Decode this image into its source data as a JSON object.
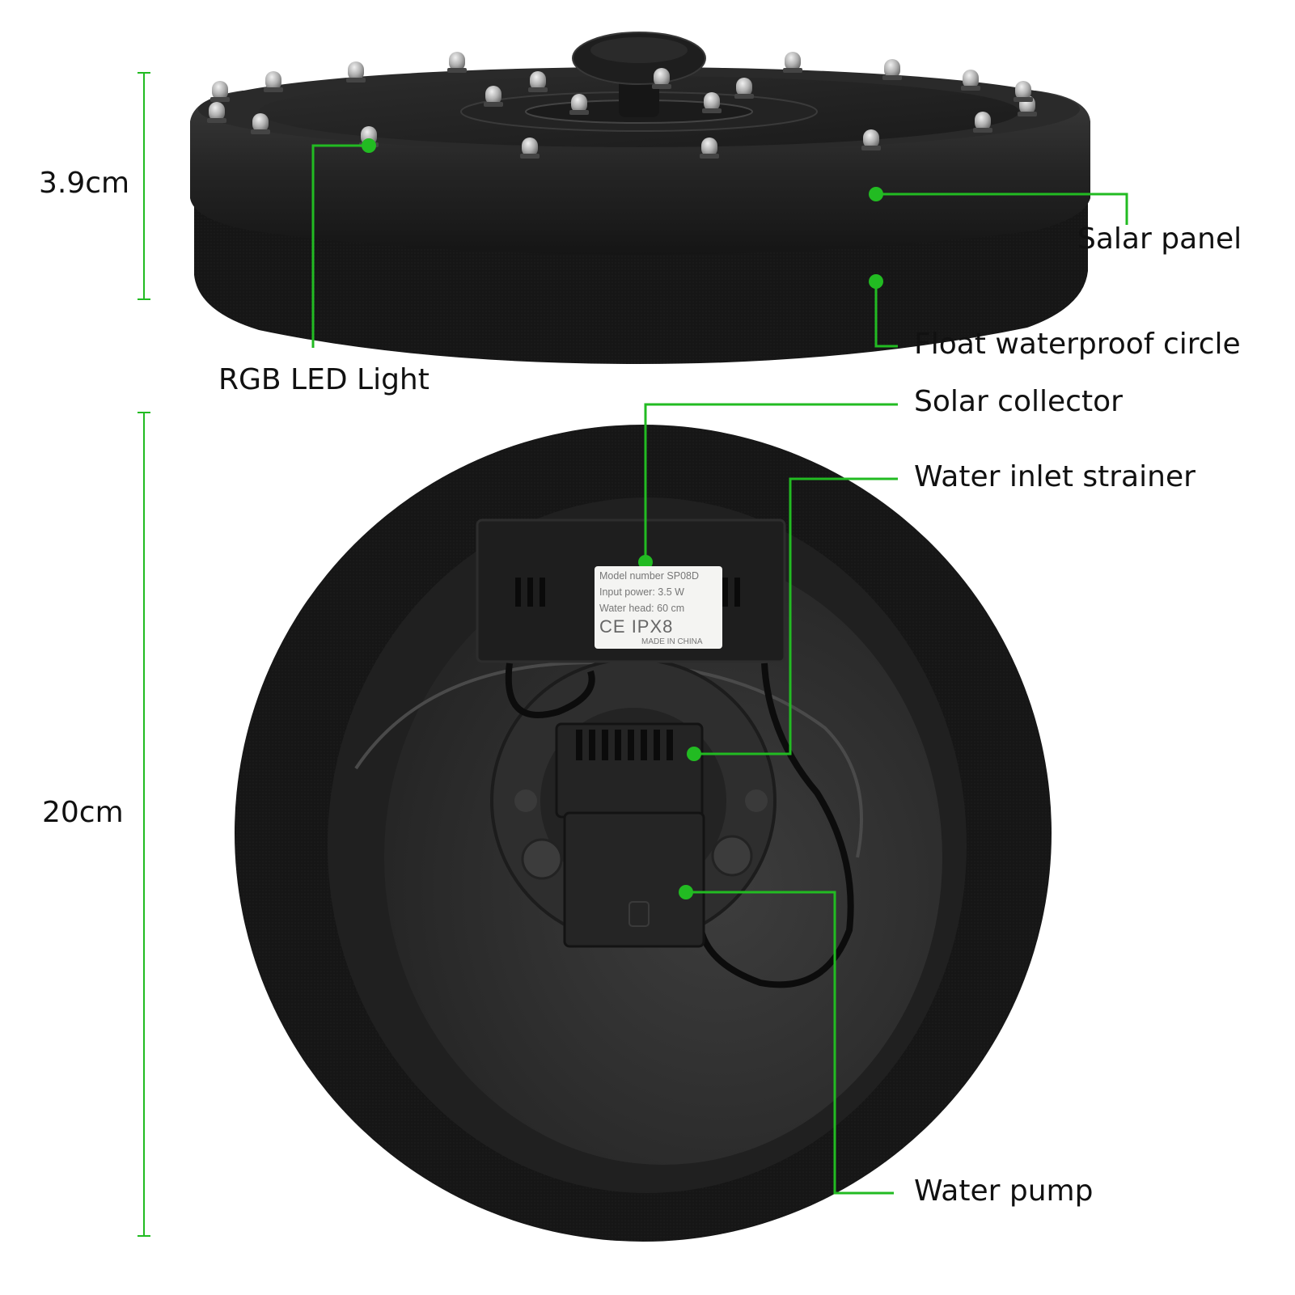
{
  "labels": {
    "top_height": "3.9cm",
    "bottom_height": "20cm",
    "solar_panel": "Salar panel",
    "float_circle": "Float waterproof circle",
    "rgb_led": "RGB LED Light",
    "solar_collector": "Solar collector",
    "water_inlet": "Water inlet strainer",
    "water_pump": "Water pump"
  },
  "sticker": {
    "model_label": "Model number",
    "model_value": "SP08D",
    "input_power_label": "Input power:",
    "input_power_value": "3.5 W",
    "water_head_label": "Water head:",
    "water_head_value": "60 cm",
    "ce_mark": "CE",
    "ip_rating": "IPX8",
    "origin": "MADE IN CHINA"
  },
  "colors": {
    "annotation_green": "#22bb22",
    "body_black": "#1c1c1c",
    "foam_black": "#161616"
  }
}
